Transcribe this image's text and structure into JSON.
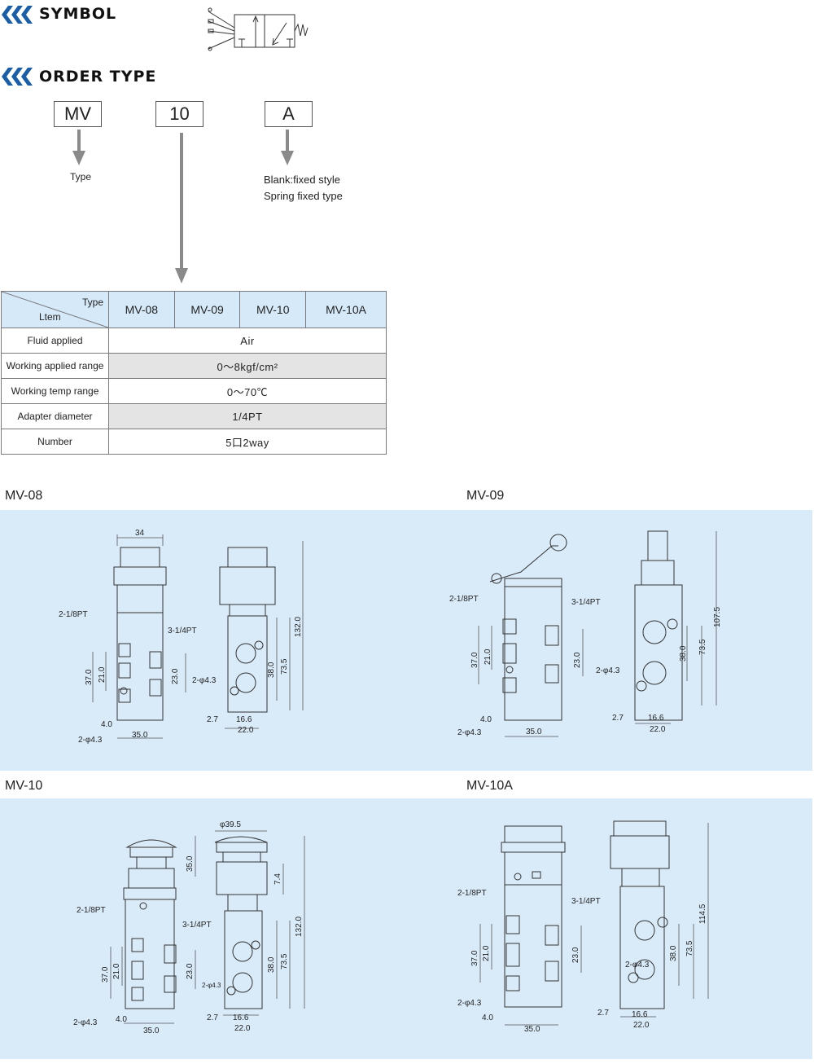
{
  "symbol": {
    "title": "SYMBOL"
  },
  "order_type": {
    "title": "ORDER TYPE",
    "codes": [
      "MV",
      "10",
      "A"
    ],
    "type_label": "Type",
    "option_lines": [
      "Blank:fixed style",
      "Spring fixed type"
    ]
  },
  "spec_table": {
    "header_type": "Type",
    "header_item": "Ltem",
    "models": [
      "MV-08",
      "MV-09",
      "MV-10",
      "MV-10A"
    ],
    "rows": [
      {
        "label": "Fluid applied",
        "value": "Air"
      },
      {
        "label": "Working applied  range",
        "value": "0～8kgf/cm²"
      },
      {
        "label": "Working temp range",
        "value": "0～70℃"
      },
      {
        "label": "Adapter diameter",
        "value": "1/4PT"
      },
      {
        "label": "Number",
        "value": "5口2way"
      }
    ]
  },
  "drawings": [
    {
      "title": "MV-08",
      "dims": [
        "34",
        "2-1/8PT",
        "3-1/4PT",
        "37.0",
        "21.0",
        "23.0",
        "4.0",
        "2-φ4.3",
        "35.0",
        "2-φ4.3",
        "2.7",
        "16.6",
        "22.0",
        "38.0",
        "73.5",
        "132.0"
      ]
    },
    {
      "title": "MV-09",
      "dims": [
        "2-1/8PT",
        "3-1/4PT",
        "37.0",
        "21.0",
        "23.0",
        "4.0",
        "2-φ4.3",
        "35.0",
        "2-φ4.3",
        "2.7",
        "16.6",
        "22.0",
        "38.0",
        "73.5",
        "107.5"
      ]
    },
    {
      "title": "MV-10",
      "dims": [
        "φ39.5",
        "35.0",
        "7.4",
        "2-1/8PT",
        "3-1/4PT",
        "37.0",
        "21.0",
        "23.0",
        "2-φ4.3",
        "4.0",
        "35.0",
        "2-φ4.3",
        "2.7",
        "16.6",
        "22.0",
        "38.0",
        "73.5",
        "132.0"
      ]
    },
    {
      "title": "MV-10A",
      "dims": [
        "2-1/8PT",
        "3-1/4PT",
        "37.0",
        "21.0",
        "23.0",
        "2-φ4.3",
        "4.0",
        "35.0",
        "2-φ4.3",
        "2.7",
        "16.6",
        "22.0",
        "38.0",
        "73.5",
        "114.5"
      ]
    }
  ],
  "colors": {
    "accent": "#1a5ea8",
    "panel": "#d9ebf9",
    "table_header": "#d6e9f8",
    "row_grey": "#e4e4e4"
  }
}
